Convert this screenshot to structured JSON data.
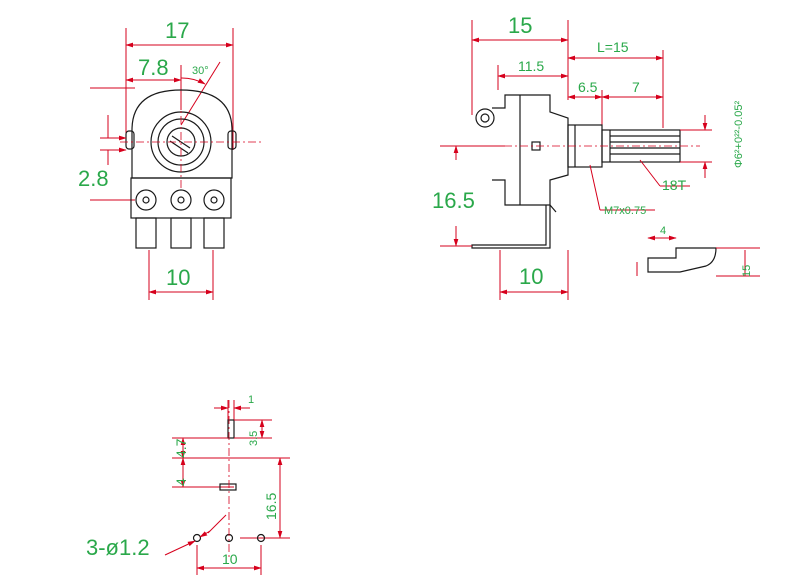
{
  "front_view": {
    "width_dim": "17",
    "inner_dim": "7.8",
    "angle_dim": "30°",
    "side_dim": "2.8",
    "pin_pitch_dim": "10"
  },
  "side_view": {
    "total_dim": "15",
    "shaft_length_dim": "L=15",
    "body_dim": "11.5",
    "thread_dim": "6.5",
    "knurl_dim": "7",
    "diameter_dim": "Φ6²+0²²-0.05²",
    "knurl_label": "18T",
    "thread_label": "M7x0.75",
    "height_dim": "16.5",
    "bottom_dim": "10",
    "tab_dim": "4",
    "tab_thick_dim": "15"
  },
  "pcb_layout": {
    "hole_w_dim": "1",
    "hole_h_dim": "3.5",
    "offset_dim": "4.7",
    "offset2_dim": "4",
    "height_dim": "16.5",
    "holes_label": "3-ø1.2",
    "pitch_dim": "10"
  }
}
